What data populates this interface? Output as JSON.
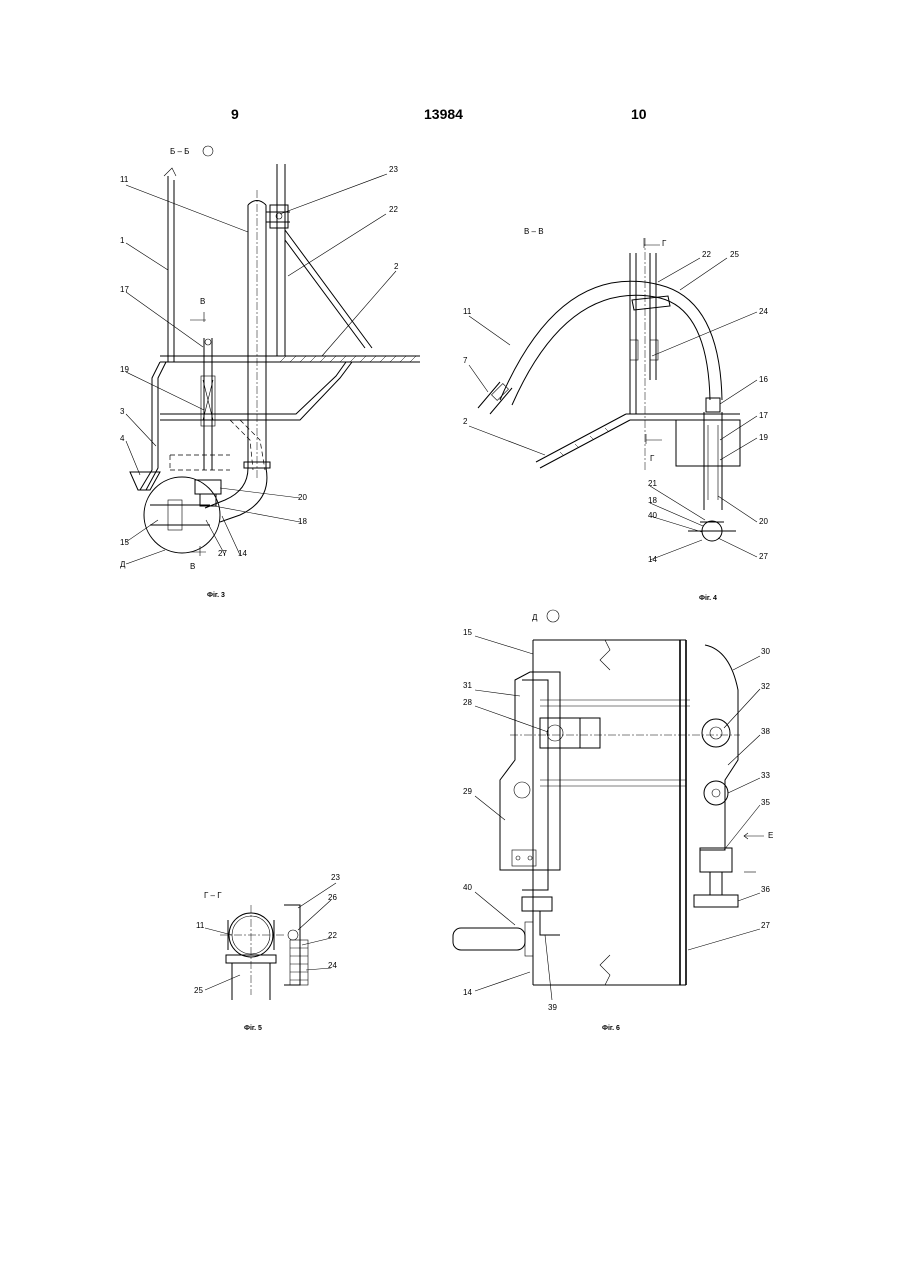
{
  "header": {
    "left_page": "9",
    "patent_number": "13984",
    "right_page": "10"
  },
  "fig3": {
    "section_label": "Б – Б",
    "caption": "Фіг. 3",
    "view_marks": [
      "В",
      "В"
    ],
    "callouts": [
      "11",
      "23",
      "22",
      "1",
      "2",
      "17",
      "19",
      "3",
      "4",
      "15",
      "Д",
      "27",
      "14",
      "18",
      "20"
    ]
  },
  "fig4": {
    "section_label": "В – В",
    "caption": "Фіг. 4",
    "view_marks": [
      "Г",
      "Г"
    ],
    "callouts": [
      "22",
      "25",
      "11",
      "7",
      "24",
      "16",
      "17",
      "19",
      "2",
      "21",
      "18",
      "40",
      "14",
      "20",
      "27"
    ]
  },
  "fig5": {
    "section_label": "Г – Г",
    "caption": "Фіг. 5",
    "callouts": [
      "23",
      "26",
      "11",
      "22",
      "24",
      "25"
    ]
  },
  "fig6": {
    "section_label": "Д",
    "caption": "Фіг. 6",
    "view_mark": "Е",
    "callouts": [
      "15",
      "30",
      "31",
      "32",
      "28",
      "38",
      "33",
      "29",
      "35",
      "40",
      "36",
      "27",
      "14",
      "39"
    ]
  }
}
